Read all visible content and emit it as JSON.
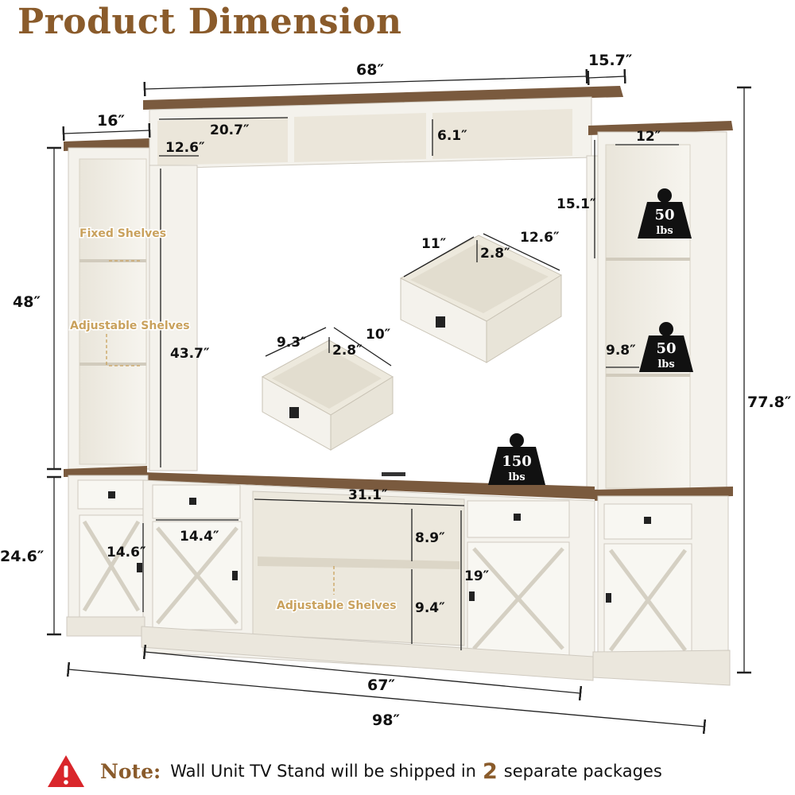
{
  "title": "Product Dimension",
  "dimensions": {
    "overall_width": "98″",
    "console_width": "67″",
    "bridge_width": "68″",
    "bridge_depth": "15.7″",
    "tower_depth": "16″",
    "right_tower_inner_width": "12″",
    "bridge_cubby_width": "20.7″",
    "bridge_cubby_depth": "12.6″",
    "bridge_cubby_height": "6.1″",
    "right_shelf_height": "15.1″",
    "tower_height": "48″",
    "bridge_leg_height": "43.7″",
    "overall_height": "77.8″",
    "console_height": "24.6″",
    "large_drawer_width": "11″",
    "large_drawer_depth": "12.6″",
    "large_drawer_height": "2.8″",
    "small_drawer_width": "9.3″",
    "small_drawer_depth": "10″",
    "small_drawer_height": "2.8″",
    "right_shelf_depth": "9.8″",
    "center_opening_width": "31.1″",
    "center_upper_height": "8.9″",
    "center_lower_height": "9.4″",
    "left_door_height": "14.6″",
    "left_door_width": "14.4″",
    "right_door_height": "19″"
  },
  "labels": {
    "fixed_shelves": "Fixed Shelves",
    "adjustable_shelves_left": "Adjustable Shelves",
    "adjustable_shelves_center": "Adjustable Shelves"
  },
  "weights": [
    {
      "value": "50",
      "unit": "lbs"
    },
    {
      "value": "50",
      "unit": "lbs"
    },
    {
      "value": "150",
      "unit": "lbs"
    }
  ],
  "note": {
    "icon": "warning-icon",
    "label": "Note:",
    "text_before": "Wall Unit TV Stand will be shipped in",
    "number": "2",
    "text_after": "separate packages"
  },
  "colors": {
    "title": "#8a5b2b",
    "wood_top": "#7a5a3e",
    "cabinet_white": "#f4f2ec",
    "shelf_label": "#c9a15c",
    "warning_red": "#d9262b",
    "weight_badge": "#111111"
  }
}
